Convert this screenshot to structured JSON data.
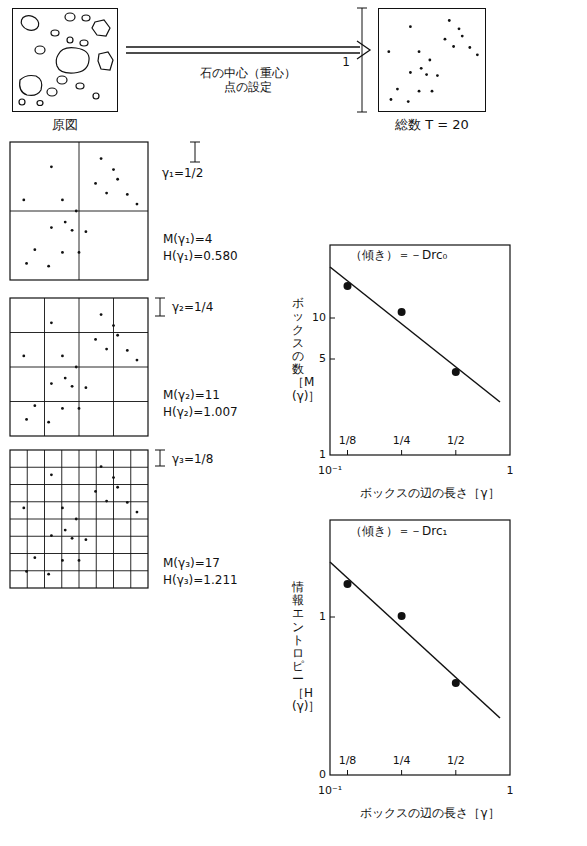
{
  "diagram": {
    "nodes": [
      {
        "text": [
          "原図"
        ]
      },
      {
        "text": [
          "総数 T = 20"
        ]
      }
    ],
    "edges": [
      {
        "from": 0,
        "to": 1,
        "arrow": "to",
        "label": "石の中心（重心） 点の設定"
      }
    ],
    "labels": [
      "1",
      "γ₁=1/2",
      "M(γ₁)=4",
      "H(γ₁)=0.580",
      "γ₂=1/4",
      "M(γ₂)=11",
      "H(γ₂)=1.007",
      "γ₃=1/8",
      "M(γ₃)=17",
      "H(γ₃)=1.211",
      "（傾き）＝－Drc₀",
      "ボックスの数［M(γ)］",
      "10",
      "5",
      "1",
      "1/8",
      "1/4",
      "1/2",
      "10⁻¹",
      "1",
      "ボックスの辺の長さ［γ］",
      "（傾き）＝－Drc₁",
      "情報エントロピー［H(γ)］",
      "1",
      "0",
      "1/8",
      "1/4",
      "1/2",
      "10⁻¹",
      "1",
      "ボックスの辺の長さ［γ］"
    ]
  }
}
